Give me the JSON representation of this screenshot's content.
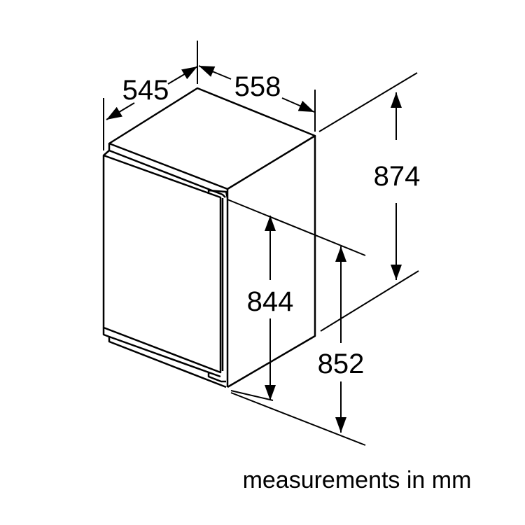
{
  "diagram": {
    "dimensions": {
      "depth": "545",
      "width": "558",
      "niche_height": "874",
      "appliance_height": "844",
      "height_max": "852"
    },
    "note": "measurements in mm",
    "line_color": "#000000"
  }
}
